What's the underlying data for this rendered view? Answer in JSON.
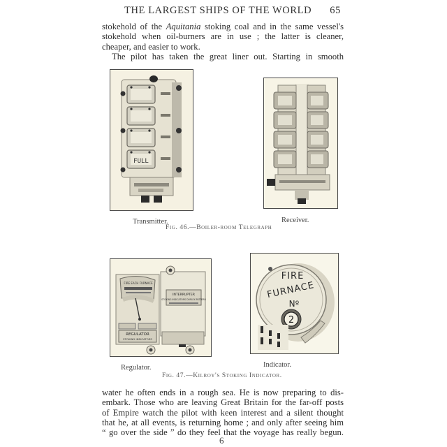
{
  "running_head": {
    "title": "THE LARGEST SHIPS OF THE WORLD",
    "page_number": "65"
  },
  "top_paragraph": {
    "lines": [
      {
        "before": "stokehold of the ",
        "italic": "Aquitania",
        "after": " stoking coal and in the same vessel's"
      },
      {
        "text": "stokehold when oil-burners are in use ; the latter is cleaner,"
      },
      {
        "text": "cheaper, and easier to work."
      },
      {
        "text": "The pilot has taken the great liner out.  Starting in smooth"
      }
    ]
  },
  "figure_46": {
    "left_image": {
      "alt": "Boiler-room telegraph transmitter photograph",
      "dial_label": "FULL",
      "caption": "Transmitter."
    },
    "right_image": {
      "alt": "Boiler-room telegraph receiver photograph",
      "caption": "Receiver."
    },
    "caption": "Fig. 46.—Boiler-room Telegraph"
  },
  "figure_47": {
    "left_image": {
      "alt": "Kilroy's stoking indicator regulator photograph",
      "plate_top": "FIRE EACH FURNACE",
      "plate_interrupter": "INTERRUPTER",
      "plate_interrupter_sub": "STOKING INDICATORS DUPLEX PATTERN",
      "plate_regulator": "REGULATOR",
      "plate_regulator_sub": "STOKING INDICATORS",
      "caption": "Regulator."
    },
    "right_image": {
      "alt": "Kilroy's stoking indicator dial photograph",
      "dial_line1": "FIRE",
      "dial_line2": "FURNACE",
      "dial_line3": "Nº",
      "dial_number": "2",
      "caption": "Indicator."
    },
    "caption": "Fig. 47.—Kilroy's Stoking Indicator."
  },
  "bottom_paragraph": {
    "lines": [
      "water he often ends in a rough sea.  He is now preparing to dis-",
      "embark.  Those who are leaving Great Britain for the far-off posts",
      "of Empire watch the pilot with keen interest and a silent thought",
      "that he, at all events, is returning home ; and only after seeing him",
      "“ go over the side ” do they feel that the voyage has really begun."
    ]
  },
  "folio": "6",
  "colors": {
    "page": "#ffffff",
    "text": "#2e2e2e",
    "photo_bg": "#f4f0e0",
    "frame": "#4a4a4a"
  }
}
